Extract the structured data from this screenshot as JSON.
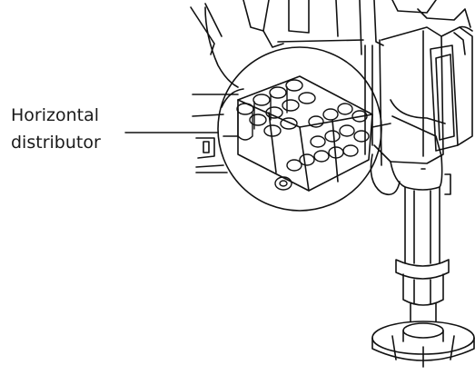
{
  "callout": {
    "line1": "Horizontal",
    "line2": "distributor"
  },
  "colors": {
    "ink": "#111111",
    "background": "#ffffff"
  },
  "icons": [
    "magnifier-circle",
    "valve-block",
    "support-leg",
    "foot-plate",
    "cab-column"
  ]
}
